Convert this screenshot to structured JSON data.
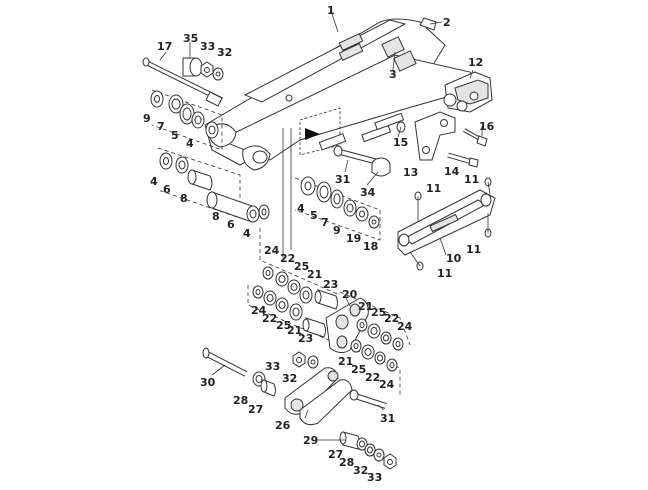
{
  "diagram": {
    "labels": [
      {
        "id": "c1",
        "text": "1"
      },
      {
        "id": "c2",
        "text": "2"
      },
      {
        "id": "c3",
        "text": "3"
      },
      {
        "id": "c35",
        "text": "35"
      },
      {
        "id": "c33a",
        "text": "33"
      },
      {
        "id": "c32a",
        "text": "32"
      },
      {
        "id": "c17",
        "text": "17"
      },
      {
        "id": "c12",
        "text": "12"
      },
      {
        "id": "c9a",
        "text": "9"
      },
      {
        "id": "c7a",
        "text": "7"
      },
      {
        "id": "c5a",
        "text": "5"
      },
      {
        "id": "c4a",
        "text": "4"
      },
      {
        "id": "c16",
        "text": "16"
      },
      {
        "id": "c15",
        "text": "15"
      },
      {
        "id": "c13",
        "text": "13"
      },
      {
        "id": "c14",
        "text": "14"
      },
      {
        "id": "c11a",
        "text": "11"
      },
      {
        "id": "c11b",
        "text": "11"
      },
      {
        "id": "c4b",
        "text": "4"
      },
      {
        "id": "c6a",
        "text": "6"
      },
      {
        "id": "c8a",
        "text": "8"
      },
      {
        "id": "c31a",
        "text": "31"
      },
      {
        "id": "c34",
        "text": "34"
      },
      {
        "id": "c8b",
        "text": "8"
      },
      {
        "id": "c6b",
        "text": "6"
      },
      {
        "id": "c4c",
        "text": "4"
      },
      {
        "id": "c4d",
        "text": "4"
      },
      {
        "id": "c5b",
        "text": "5"
      },
      {
        "id": "c7b",
        "text": "7"
      },
      {
        "id": "c9b",
        "text": "9"
      },
      {
        "id": "c19",
        "text": "19"
      },
      {
        "id": "c18",
        "text": "18"
      },
      {
        "id": "c10",
        "text": "10"
      },
      {
        "id": "c11c",
        "text": "11"
      },
      {
        "id": "c11d",
        "text": "11"
      },
      {
        "id": "c24a",
        "text": "24"
      },
      {
        "id": "c22a",
        "text": "22"
      },
      {
        "id": "c25a",
        "text": "25"
      },
      {
        "id": "c21a",
        "text": "21"
      },
      {
        "id": "c23a",
        "text": "23"
      },
      {
        "id": "c20",
        "text": "20"
      },
      {
        "id": "c24b",
        "text": "24"
      },
      {
        "id": "c22b",
        "text": "22"
      },
      {
        "id": "c25b",
        "text": "25"
      },
      {
        "id": "c21b",
        "text": "21"
      },
      {
        "id": "c23b",
        "text": "23"
      },
      {
        "id": "c21c",
        "text": "21"
      },
      {
        "id": "c25c",
        "text": "25"
      },
      {
        "id": "c22c",
        "text": "22"
      },
      {
        "id": "c24c",
        "text": "24"
      },
      {
        "id": "c21d",
        "text": "21"
      },
      {
        "id": "c25d",
        "text": "25"
      },
      {
        "id": "c22d",
        "text": "22"
      },
      {
        "id": "c24d",
        "text": "24"
      },
      {
        "id": "c30",
        "text": "30"
      },
      {
        "id": "c33b",
        "text": "33"
      },
      {
        "id": "c32b",
        "text": "32"
      },
      {
        "id": "c28a",
        "text": "28"
      },
      {
        "id": "c27a",
        "text": "27"
      },
      {
        "id": "c26",
        "text": "26"
      },
      {
        "id": "c31b",
        "text": "31"
      },
      {
        "id": "c29",
        "text": "29"
      },
      {
        "id": "c27b",
        "text": "27"
      },
      {
        "id": "c28b",
        "text": "28"
      },
      {
        "id": "c32c",
        "text": "32"
      },
      {
        "id": "c33c",
        "text": "33"
      }
    ]
  }
}
